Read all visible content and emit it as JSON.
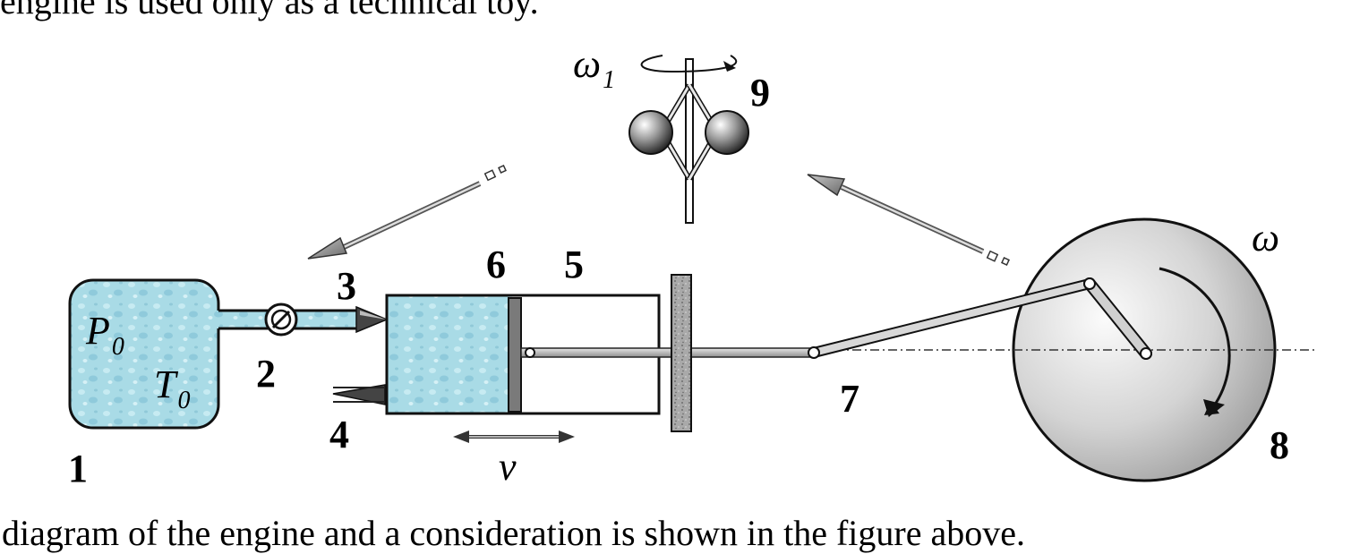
{
  "text": {
    "top_line": "engine is used only as a technical toy.",
    "bottom_line": "diagram of the engine and a consideration is shown in the figure above."
  },
  "labels": {
    "n1": "1",
    "n2": "2",
    "n3": "3",
    "n4": "4",
    "n5": "5",
    "n6": "6",
    "n7": "7",
    "n8": "8",
    "n9": "9",
    "p0_main": "P",
    "p0_sub": "0",
    "t0_main": "T",
    "t0_sub": "0",
    "omega1_main": "ω",
    "omega1_sub": "1",
    "omega": "ω",
    "v": "v"
  },
  "colors": {
    "water": "#a9dbe6",
    "water_dark": "#6fb6c9",
    "wheel": "#cfcfcf",
    "ink": "#1a1a1a"
  },
  "icons": {
    "valve": "valve-icon",
    "inlet": "inlet-arrow-icon",
    "outlet": "outlet-arrow-icon"
  }
}
